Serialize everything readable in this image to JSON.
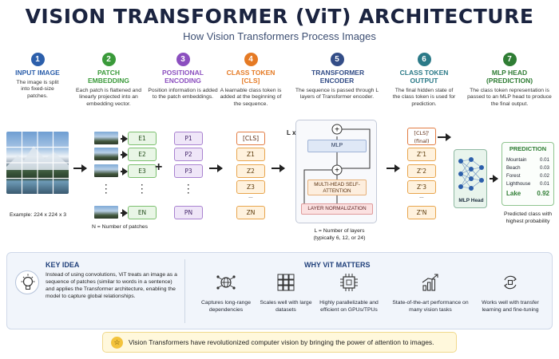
{
  "header": {
    "title": "VISION TRANSFORMER (ViT) ARCHITECTURE",
    "subtitle": "How Vision Transformers Process Images"
  },
  "colors": {
    "blue": "#2c5fab",
    "green": "#3a9a3a",
    "purple": "#8b4fbf",
    "orange": "#e57a24",
    "darkblue": "#334d87",
    "teal": "#2b7a88",
    "darkgreen": "#2f7d34"
  },
  "steps": [
    {
      "num": "1",
      "title": "INPUT IMAGE",
      "desc": "The image is split into fixed-size patches."
    },
    {
      "num": "2",
      "title": "PATCH EMBEDDING",
      "desc": "Each patch is flattened and linearly projected into an embedding vector."
    },
    {
      "num": "3",
      "title": "POSITIONAL ENCODING",
      "desc": "Position information is added to the patch embeddings."
    },
    {
      "num": "4",
      "title": "CLASS TOKEN [CLS]",
      "desc": "A learnable class token is added at the beginning of the sequence."
    },
    {
      "num": "5",
      "title": "TRANSFORMER ENCODER",
      "desc": "The sequence is passed through L layers of Transformer encoder."
    },
    {
      "num": "6",
      "title": "CLASS TOKEN OUTPUT",
      "desc": "The final hidden state of the class token is used for prediction."
    },
    {
      "num": "7",
      "title": "MLP HEAD (PREDICTION)",
      "desc": "The class token representation is passed to an MLP head to produce the final output."
    }
  ],
  "input": {
    "example": "Example: 224 x 224 x 3",
    "patches_note": "N = Number of patches"
  },
  "embed_tokens": [
    "E1",
    "E2",
    "E3",
    "EN"
  ],
  "pos_tokens": [
    "P1",
    "P2",
    "P3",
    "PN"
  ],
  "cls_tokens": [
    "[CLS]",
    "Z1",
    "Z2",
    "Z3",
    "...",
    "ZN"
  ],
  "encoder": {
    "lx": "L x",
    "mlp": "MLP",
    "mhsa": "MULTI-HEAD SELF-ATTENTION",
    "norm": "LAYER NORMALIZATION",
    "layers_note": "L = Number of layers (typically 6, 12, or 24)"
  },
  "out_tokens": [
    "[CLS]' (final)",
    "Z'1",
    "Z'2",
    "Z'3",
    "...",
    "Z'N"
  ],
  "mlp_head": "MLP Head",
  "prediction": {
    "title": "PREDICTION",
    "rows": [
      {
        "label": "Mountain",
        "value": "0.01"
      },
      {
        "label": "Beach",
        "value": "0.03"
      },
      {
        "label": "Forest",
        "value": "0.02"
      },
      {
        "label": "Lighthouse",
        "value": "0.01"
      }
    ],
    "top": {
      "label": "Lake",
      "value": "0.92"
    },
    "note": "Predicted class with highest probability"
  },
  "key_idea": {
    "title": "KEY IDEA",
    "text": "Instead of using convolutions, ViT treats an image as a sequence of patches (similar to words in a sentence) and applies the Transformer architecture, enabling the model to capture global relationships."
  },
  "why": {
    "title": "WHY ViT MATTERS",
    "items": [
      "Captures long-range dependencies",
      "Scales well with large datasets",
      "Highly parallelizable and efficient on GPUs/TPUs",
      "State-of-the-art performance on many vision tasks",
      "Works well with transfer learning and fine-tuning"
    ]
  },
  "banner": "Vision Transformers have revolutionized computer vision by bringing the power of attention to images."
}
